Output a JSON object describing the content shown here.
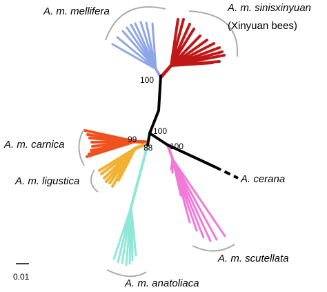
{
  "figure": {
    "clades": {
      "mellifera": {
        "name": "A. m. mellifera",
        "color": "#8fa6e6"
      },
      "sinisxinyuan": {
        "name": "A. m. sinisxinyuan",
        "note": "(Xinyuan bees)",
        "color": "#c01818"
      },
      "carnica": {
        "name": "A. m. carnica",
        "color": "#f0521f"
      },
      "ligustica": {
        "name": "A. m. ligustica",
        "color": "#f2b132"
      },
      "anatoliaca": {
        "name": "A. m. anatoliaca",
        "color": "#8fe8d5"
      },
      "scutellata": {
        "name": "A. m. scutellata",
        "color": "#f07ad8"
      },
      "cerana": {
        "name": "A. cerana",
        "color": "#000000"
      }
    },
    "support_values": {
      "top_node": "100",
      "center_node": "100",
      "carnica_ligustica_node": "99",
      "ligustica_anatoliaca_node": "88",
      "scutellata_cerana_node": "100"
    },
    "backbone_color": "#000000",
    "bracket_color": "#aaaaaa",
    "scale_bar": {
      "label": "0.01"
    }
  }
}
